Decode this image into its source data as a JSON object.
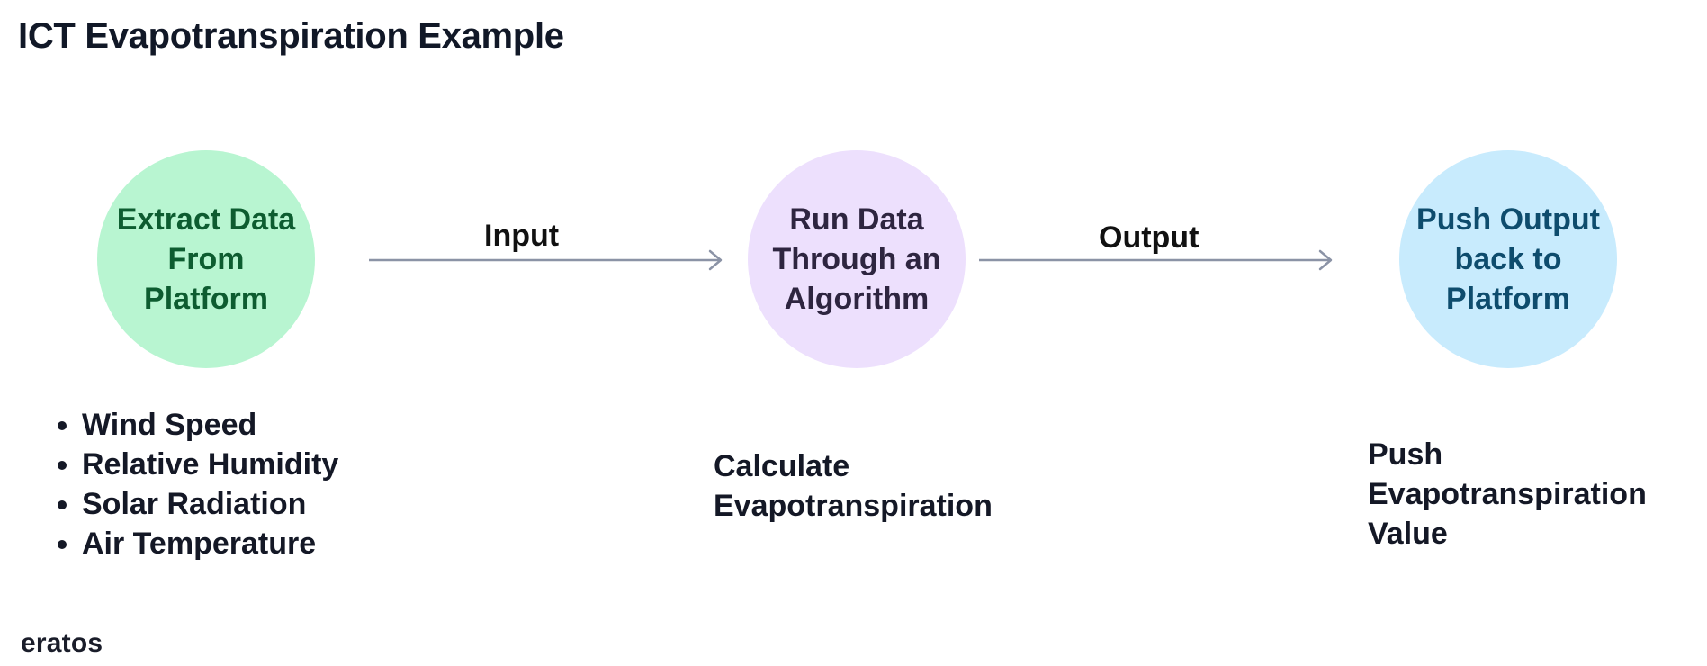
{
  "title": "ICT Evapotranspiration Example",
  "nodes": [
    {
      "label": "Extract Data From Platform",
      "color": "#b8f5d1",
      "text_color": "#0d5c30"
    },
    {
      "label": "Run Data Through an Algorithm",
      "color": "#ede0fd",
      "text_color": "#2e2540"
    },
    {
      "label": "Push Output back to Platform",
      "color": "#c8ebfd",
      "text_color": "#0e4c6d"
    }
  ],
  "edges": [
    {
      "label": "Input",
      "color": "#8b93a6"
    },
    {
      "label": "Output",
      "color": "#8b93a6"
    }
  ],
  "inputs_list": [
    "Wind Speed",
    "Relative Humidity",
    "Solar Radiation",
    "Air Temperature"
  ],
  "algorithm_description": [
    "Calculate",
    "Evapotranspiration"
  ],
  "output_description": [
    "Push",
    "Evapotranspiration",
    "Value"
  ],
  "logo": "eratos"
}
